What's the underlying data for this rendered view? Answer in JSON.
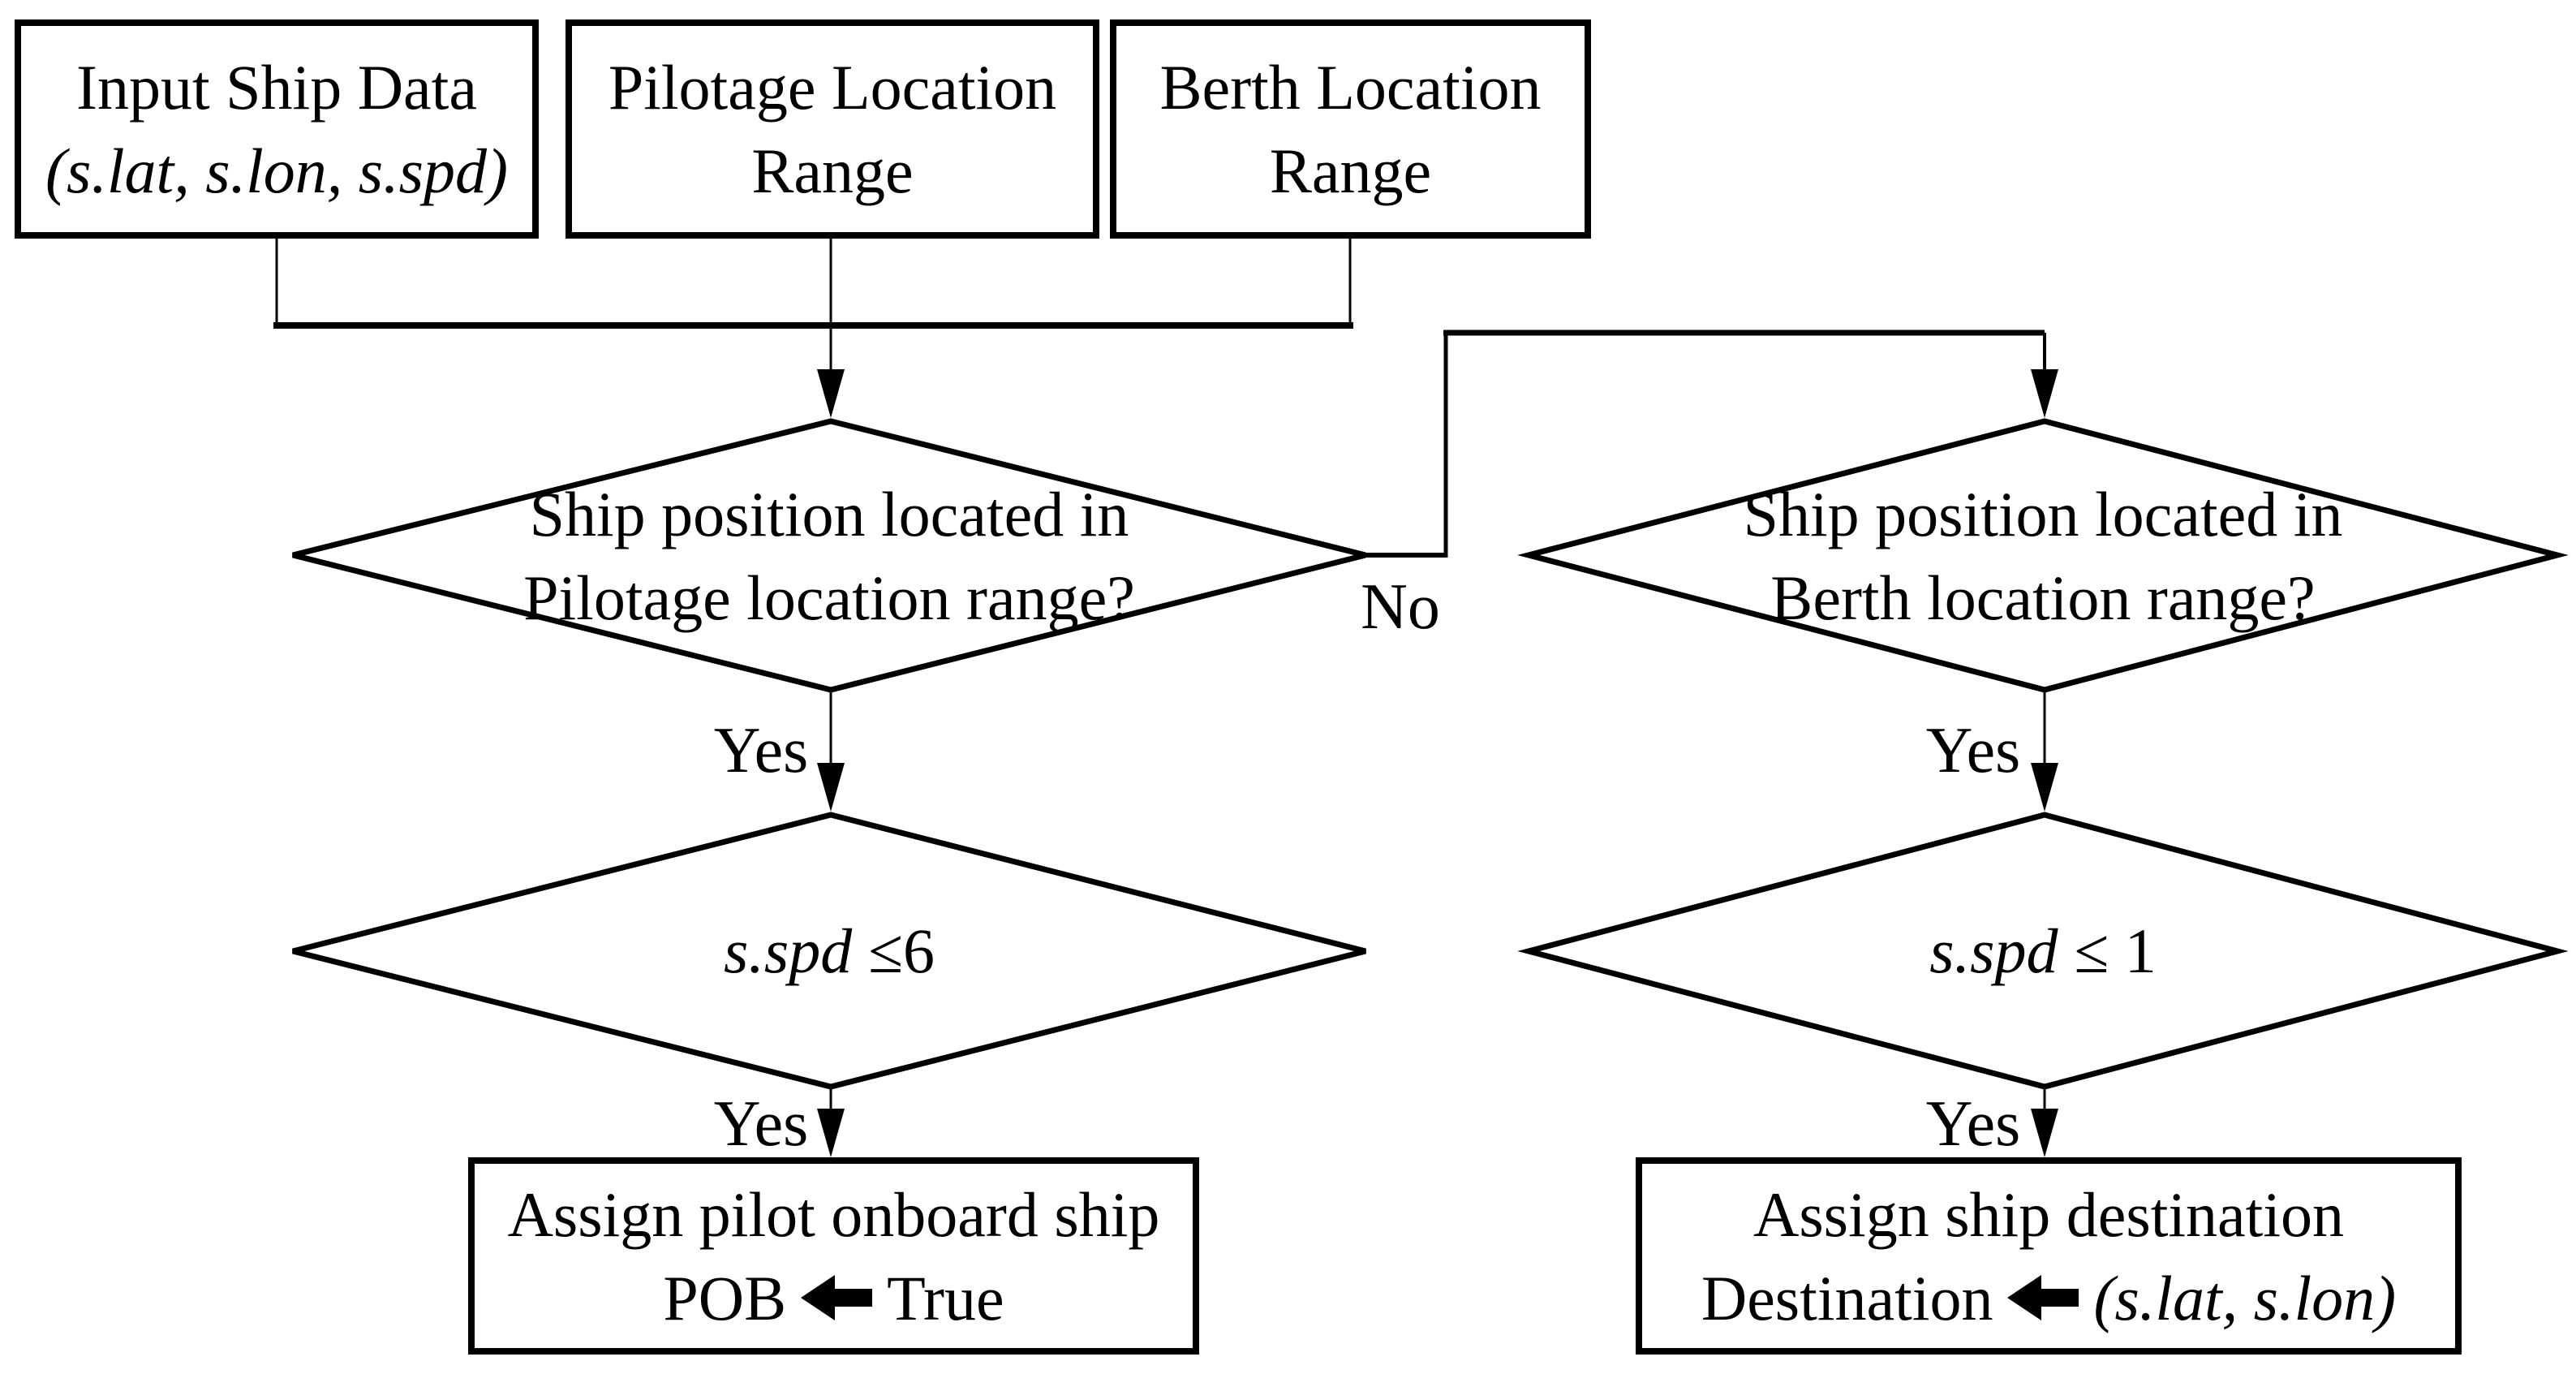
{
  "colors": {
    "background": "#ffffff",
    "line": "#000000",
    "text": "#000000"
  },
  "nodes": {
    "input_ship_data": {
      "line1": "Input Ship Data",
      "line2": "(s.lat, s.lon, s.spd)"
    },
    "pilotage_range": {
      "line1": "Pilotage Location",
      "line2": "Range"
    },
    "berth_range": {
      "line1": "Berth Location",
      "line2": "Range"
    },
    "pilotage_decision": {
      "line1": "Ship position located in",
      "line2": "Pilotage location range?"
    },
    "berth_decision": {
      "line1": "Ship position located in",
      "line2": "Berth location range?"
    },
    "pilot_speed_check": {
      "variable": "s.spd",
      "comparison": "≤6"
    },
    "berth_speed_check": {
      "variable": "s.spd",
      "comparison": "≤ 1"
    },
    "assign_pob": {
      "line1": "Assign pilot onboard ship",
      "target": "POB",
      "value": "True",
      "arrow_icon": "left-black-arrow"
    },
    "assign_destination": {
      "line1": "Assign ship destination",
      "target": "Destination",
      "value": "(s.lat, s.lon)",
      "arrow_icon": "left-black-arrow"
    }
  },
  "edge_labels": {
    "pilotage_yes": "Yes",
    "pilotage_no": "No",
    "pilot_speed_yes": "Yes",
    "berth_yes": "Yes",
    "berth_speed_yes": "Yes"
  }
}
